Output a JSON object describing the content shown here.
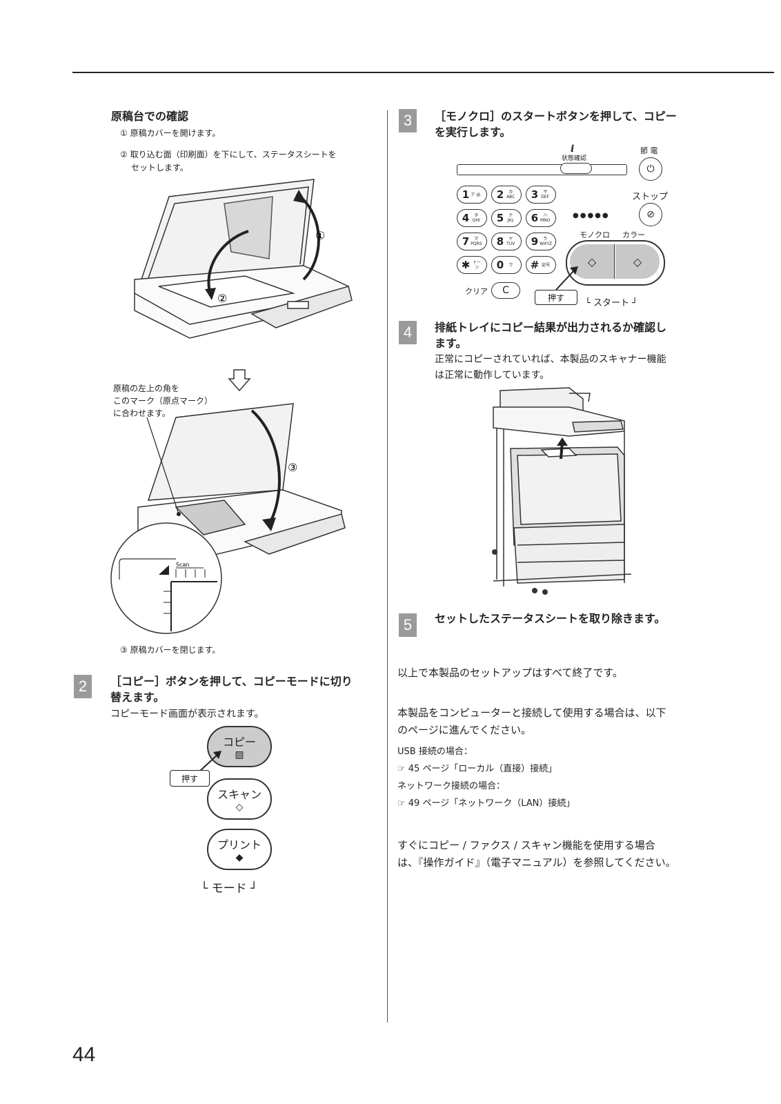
{
  "page_number": "44",
  "left": {
    "section_title": "原稿台での確認",
    "sub1": "① 原稿カバーを開けます。",
    "sub2_line1": "② 取り込む面（印刷面）を下にして、ステータスシートを",
    "sub2_line2": "セットします。",
    "callout_line1": "原稿の左上の角を",
    "callout_line2": "このマーク（原点マーク）",
    "callout_line3": "に合わせます。",
    "circle1": "①",
    "circle2": "②",
    "circle3": "③",
    "scan_label": "Scan",
    "sub3": "③ 原稿カバーを閉じます。",
    "step2_num": "2",
    "step2_title_line1": "［コピー］ボタンを押して、コピーモードに切り",
    "step2_title_line2": "替えます。",
    "step2_body": "コピーモード画面が表示されます。",
    "btn_copy": "コピー",
    "btn_scan": "スキャン",
    "btn_print": "プリント",
    "press_label": "押す",
    "mode_label": "└ モード ┘"
  },
  "right": {
    "step3_num": "3",
    "step3_title_line1": "［モノクロ］のスタートボタンを押して、コピー",
    "step3_title_line2": "を実行します。",
    "panel": {
      "status_label": "状態確認",
      "power_label": "節 電",
      "stop_label": "ストップ",
      "mono_label": "モノクロ",
      "color_label": "カラー",
      "clear_label": "クリア",
      "clear_key": "C",
      "press_label": "押す",
      "start_label": "└ スタート ┘",
      "keys": [
        "1",
        "2",
        "3",
        "4",
        "5",
        "6",
        "7",
        "8",
        "9",
        "✱",
        "0",
        "#"
      ],
      "key_subs": [
        "ア @.",
        "カ ABC",
        "サ DEF",
        "タ GHI",
        "ナ JKL",
        "ハ MNO",
        "マ PQRS",
        "ヤ TUV",
        "ラ WXYZ",
        "トーン",
        "ワ",
        "記号"
      ]
    },
    "step4_num": "4",
    "step4_title_line1": "排紙トレイにコピー結果が出力されるか確認し",
    "step4_title_line2": "ます。",
    "step4_body_line1": "正常にコピーされていれば、本製品のスキャナー機能",
    "step4_body_line2": "は正常に動作しています。",
    "step5_num": "5",
    "step5_title": "セットしたステータスシートを取り除きます。",
    "para1": "以上で本製品のセットアップはすべて終了です。",
    "para2_line1": "本製品をコンピューターと接続して使用する場合は、以下",
    "para2_line2": "のページに進んでください。",
    "usb_label": "USB 接続の場合：",
    "usb_ref": "☞ 45 ページ「ローカル（直接）接続」",
    "net_label": "ネットワーク接続の場合：",
    "net_ref": "☞ 49 ページ「ネットワーク（LAN）接続」",
    "para3_line1": "すぐにコピー / ファクス / スキャン機能を使用する場合",
    "para3_line2": "は、『操作ガイド』（電子マニュアル）を参照してください。"
  }
}
